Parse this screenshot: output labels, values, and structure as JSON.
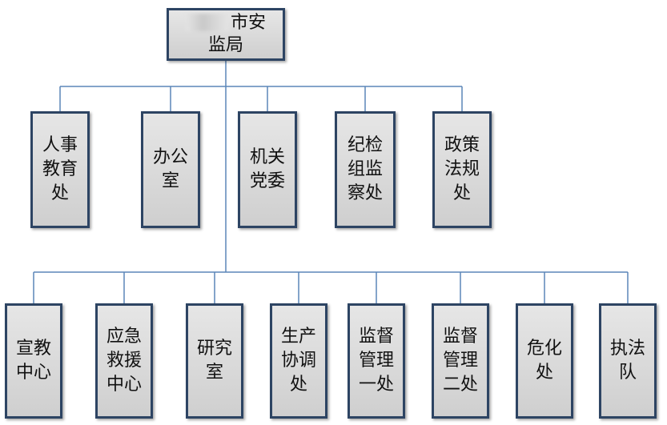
{
  "root": {
    "label_line1": "市安",
    "label_line2": "监局"
  },
  "level1": [
    {
      "id": "renshi",
      "label": "人事\n教育\n处"
    },
    {
      "id": "bangongshi",
      "label": "办公\n室"
    },
    {
      "id": "jiguan",
      "label": "机关\n党委"
    },
    {
      "id": "jijian",
      "label": "纪检\n组监\n察处"
    },
    {
      "id": "zhengce",
      "label": "政策\n法规\n处"
    }
  ],
  "level2": [
    {
      "id": "xuanjiao",
      "label": "宣教\n中心"
    },
    {
      "id": "yingji",
      "label": "应急\n救援\n中心"
    },
    {
      "id": "yanjiu",
      "label": "研究\n室"
    },
    {
      "id": "shengchan",
      "label": "生产\n协调\n处"
    },
    {
      "id": "jiandu1",
      "label": "监督\n管理\n一处"
    },
    {
      "id": "jiandu2",
      "label": "监督\n管理\n二处"
    },
    {
      "id": "weihua",
      "label": "危化\n处"
    },
    {
      "id": "zhifa",
      "label": "执法\n队"
    }
  ],
  "colors": {
    "connector": "#5b86b8",
    "node_border": "#2d4463",
    "node_fill": "#dcdcdc"
  }
}
